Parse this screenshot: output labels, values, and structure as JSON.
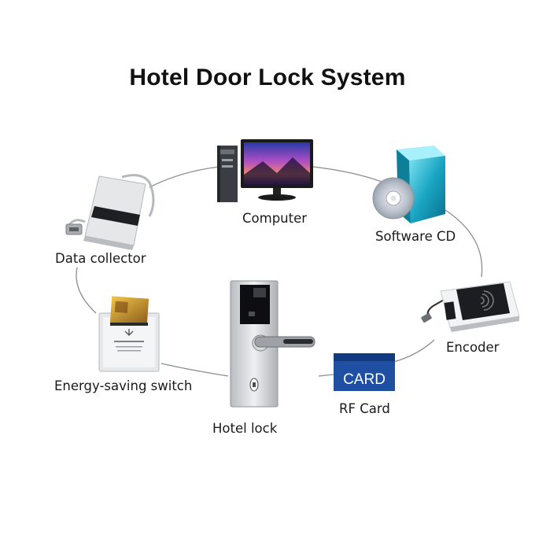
{
  "title": "Hotel Door Lock System",
  "nodes": [
    {
      "id": "computer",
      "label": "Computer",
      "icon": "computer-icon"
    },
    {
      "id": "software-cd",
      "label": "Software CD",
      "icon": "software-cd-icon"
    },
    {
      "id": "encoder",
      "label": "Encoder",
      "icon": "encoder-icon"
    },
    {
      "id": "rf-card",
      "label": "RF Card",
      "icon": "rf-card-icon",
      "card_text": "CARD"
    },
    {
      "id": "hotel-lock",
      "label": "Hotel lock",
      "icon": "hotel-lock-icon"
    },
    {
      "id": "energy-saving-switch",
      "label": "Energy-saving switch",
      "icon": "energy-saving-switch-icon"
    },
    {
      "id": "data-collector",
      "label": "Data collector",
      "icon": "data-collector-icon"
    }
  ],
  "colors": {
    "connector": "#8c8c8c",
    "card_blue": "#1f4fa3",
    "lock_plate": "#d2d4d6"
  }
}
